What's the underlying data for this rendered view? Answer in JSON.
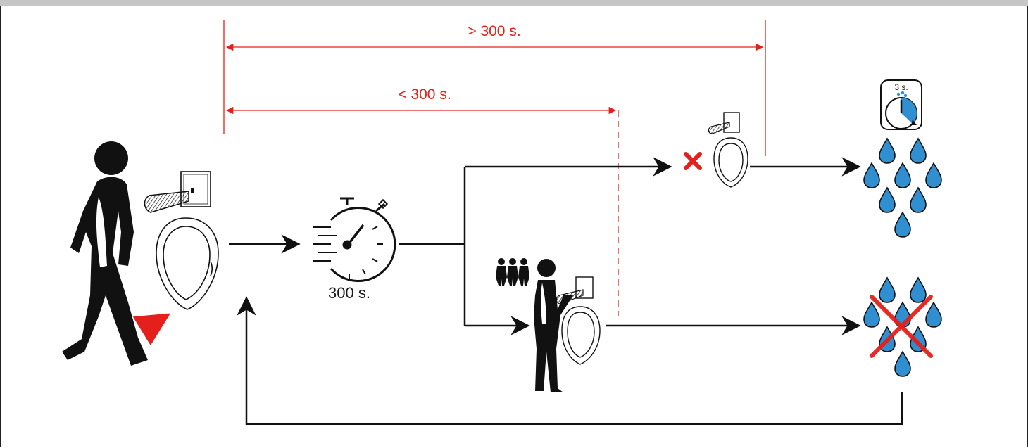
{
  "labels": {
    "long_interval": "> 300 s.",
    "short_interval": "< 300 s.",
    "timer_duration": "300 s.",
    "flush_duration": "3 s."
  },
  "icons": {
    "person": "walking-person-icon",
    "urinal": "urinal-icon",
    "sensor": "infrared-sensor-icon",
    "timer": "stopwatch-icon",
    "crowd": "group-of-people-icon",
    "water": "water-drops-icon",
    "no_flush": "no-water-cross-icon",
    "flush_timer": "flush-timer-icon"
  },
  "colors": {
    "accent": "#e3201b",
    "water": "#2f8fd1",
    "line": "#111111"
  }
}
